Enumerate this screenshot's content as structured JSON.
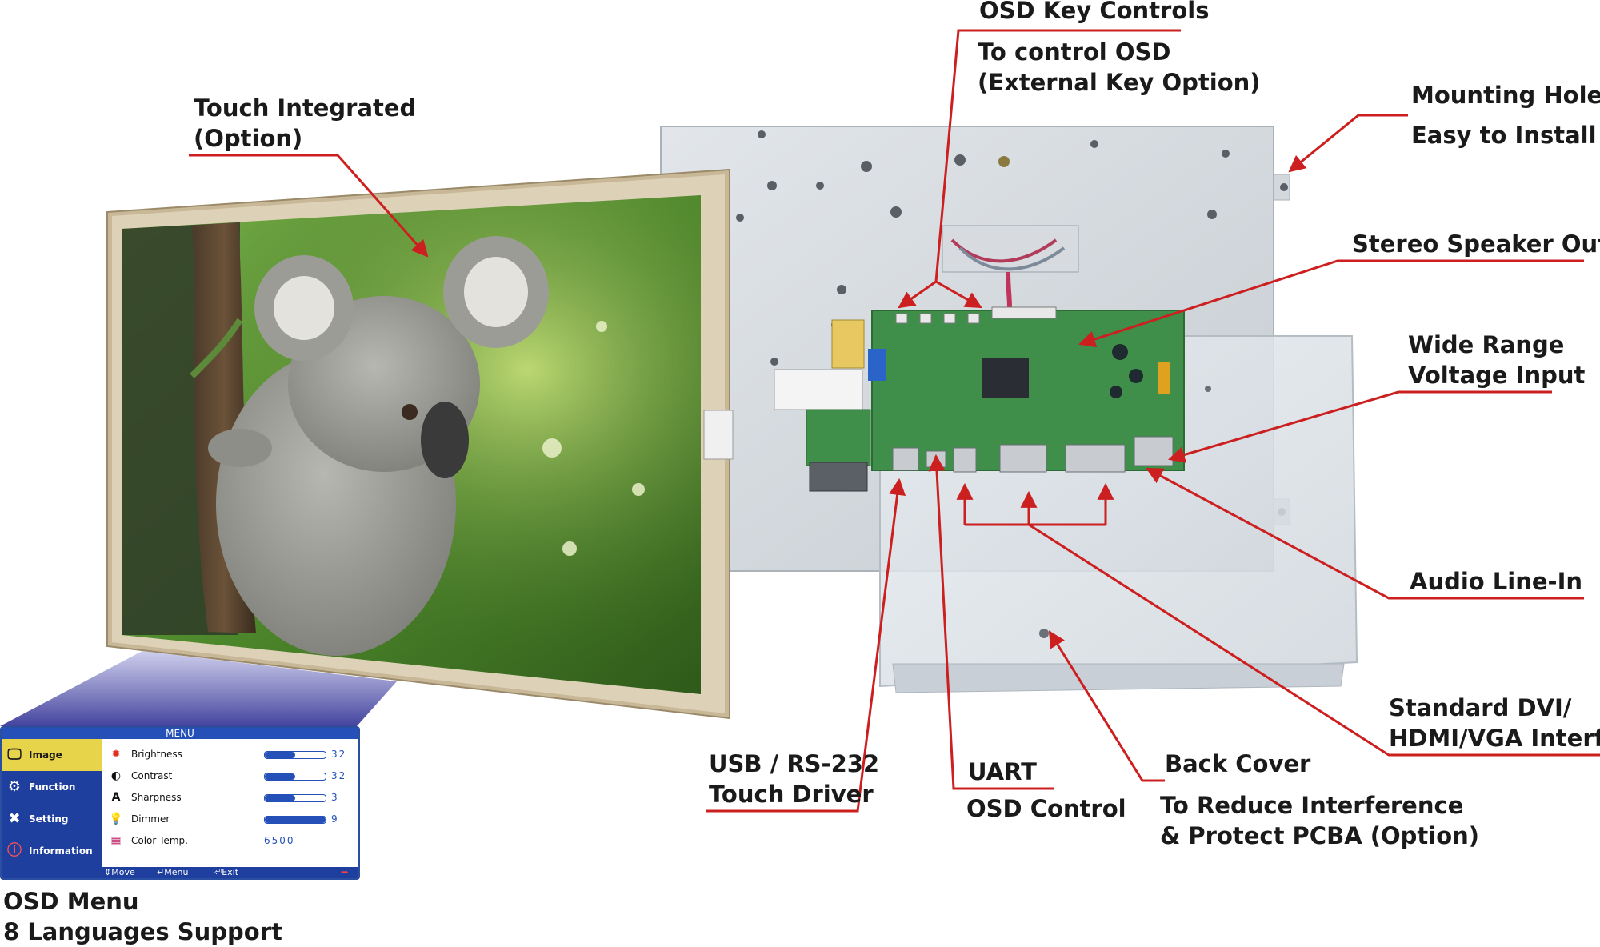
{
  "labels": {
    "touch_integrated": [
      "Touch Integrated",
      "(Option)"
    ],
    "osd_key_controls_title": "OSD Key Controls",
    "osd_key_controls_desc": [
      "To control OSD",
      "(External Key Option)"
    ],
    "mounting_hole_title": "Mounting Hole",
    "mounting_hole_desc": "Easy to Install",
    "stereo_speaker": "Stereo Speaker Out",
    "wide_range": [
      "Wide Range",
      "Voltage Input"
    ],
    "audio_line_in": "Audio Line-In",
    "standard_dvi": [
      "Standard DVI/",
      "HDMI/VGA Interface"
    ],
    "usb_rs232": [
      "USB / RS-232",
      "Touch Driver"
    ],
    "uart_title": "UART",
    "uart_desc": "OSD Control",
    "back_cover_title": "Back Cover",
    "back_cover_desc": [
      "To Reduce Interference",
      "& Protect PCBA (Option)"
    ],
    "osd_menu": [
      "OSD Menu",
      "8 Languages Support"
    ]
  },
  "osd": {
    "header": "MENU",
    "tabs": [
      {
        "label": "Image",
        "icon": "monitor-icon",
        "glyph": "🖵",
        "selected": true
      },
      {
        "label": "Function",
        "icon": "gear-icon",
        "glyph": "⚙",
        "selected": false
      },
      {
        "label": "Setting",
        "icon": "tools-icon",
        "glyph": "✖",
        "selected": false
      },
      {
        "label": "Information",
        "icon": "info-icon",
        "glyph": "ⓘ",
        "selected": false
      }
    ],
    "rows": [
      {
        "label": "Brightness",
        "icon": "brightness-icon",
        "glyph": "✹",
        "value": "32",
        "level": 0.5
      },
      {
        "label": "Contrast",
        "icon": "contrast-icon",
        "glyph": "◐",
        "value": "32",
        "level": 0.5
      },
      {
        "label": "Sharpness",
        "icon": "sharpness-icon",
        "glyph": "A",
        "value": "3",
        "level": 0.5
      },
      {
        "label": "Dimmer",
        "icon": "dimmer-icon",
        "glyph": "💡",
        "value": "9",
        "level": 1.0
      },
      {
        "label": "Color Temp.",
        "icon": "color-temp-icon",
        "glyph": "▦",
        "value": "6500",
        "level": null
      }
    ],
    "footer": {
      "move": "⇕Move",
      "menu": "↵Menu",
      "exit": "⏎Exit"
    }
  },
  "colors": {
    "arrow": "#cc1f1f",
    "osd_blue": "#2450b8",
    "osd_select": "#e8d44a",
    "pcb": "#3f8f4a"
  }
}
